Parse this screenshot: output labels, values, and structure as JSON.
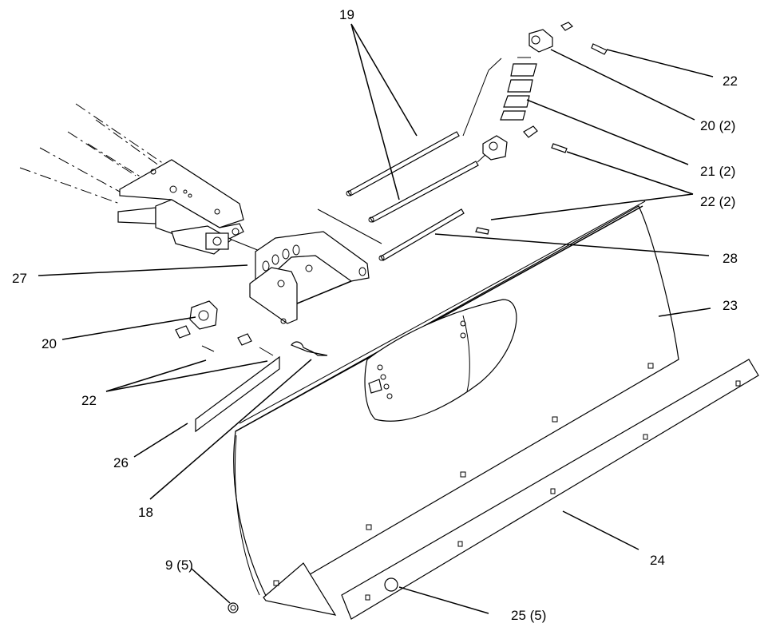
{
  "callouts": {
    "c19": "19",
    "c22_top": "22",
    "c20_2": "20 (2)",
    "c21_2": "21 (2)",
    "c22_2": "22 (2)",
    "c28": "28",
    "c27": "27",
    "c23": "23",
    "c20": "20",
    "c22_left": "22",
    "c26": "26",
    "c18": "18",
    "c24": "24",
    "c9_5": "9 (5)",
    "c25_5": "25 (5)"
  }
}
